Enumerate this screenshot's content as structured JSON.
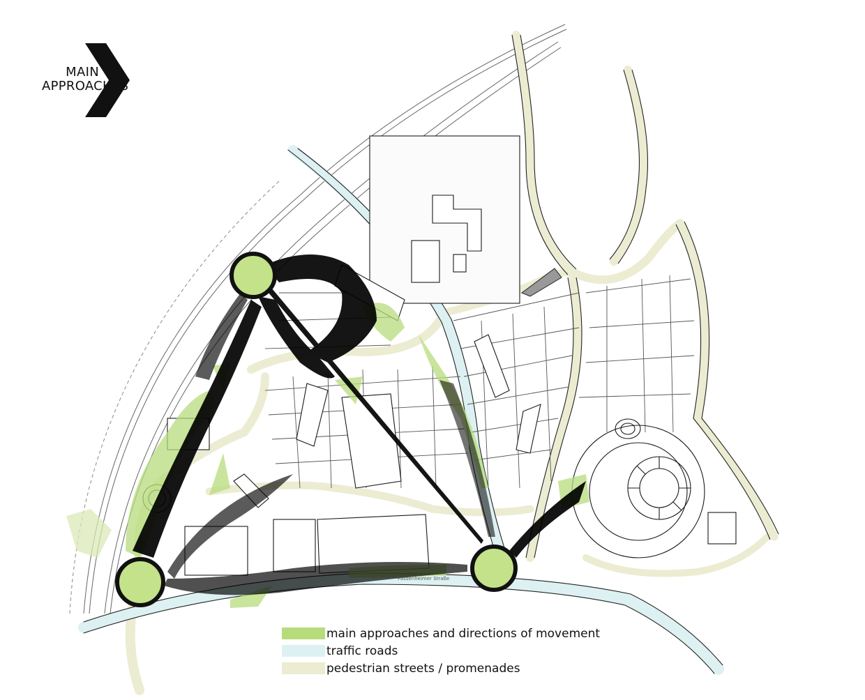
{
  "header": {
    "title_line1": "MAIN",
    "title_line2": "APPROACHES",
    "chevron_color": "#111111"
  },
  "map": {
    "street_label": "Passenheimer Straße",
    "colors": {
      "approach_green": "#b7dc7c",
      "traffic_blue": "#ddf1f3",
      "pedestrian_beige": "#ececd2",
      "node_green": "#c4e28a",
      "outline": "#1a1a1a"
    }
  },
  "legend": {
    "items": [
      {
        "label": "main approaches and directions of movement",
        "color": "#b7dc7c",
        "icon": "green-swatch"
      },
      {
        "label": "traffic roads",
        "color": "#ddf1f3",
        "icon": "blue-swatch"
      },
      {
        "label": "pedestrian streets / promenades",
        "color": "#ececd2",
        "icon": "beige-swatch"
      }
    ]
  }
}
